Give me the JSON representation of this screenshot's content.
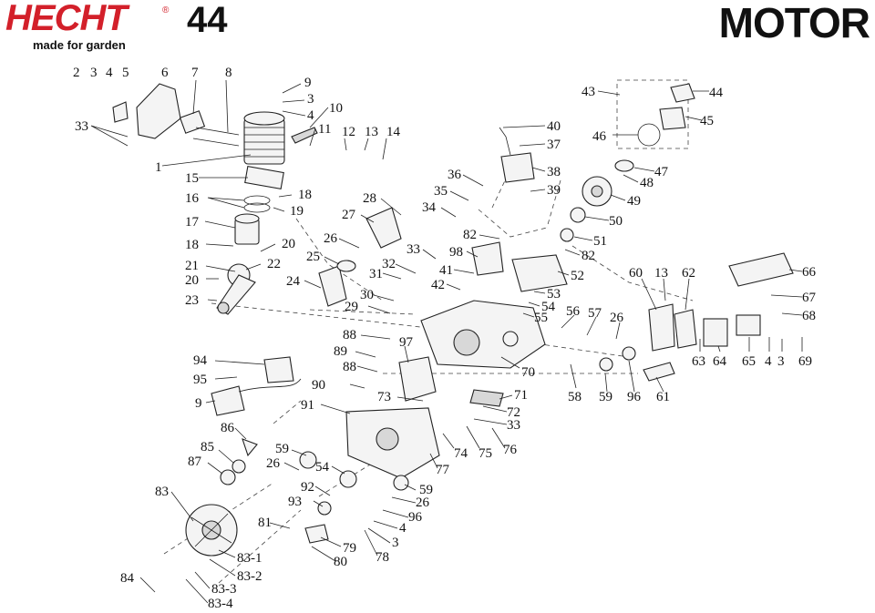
{
  "header": {
    "brand": "HECHT",
    "registered": "®",
    "tagline": "made for garden",
    "model": "44",
    "section": "MOTOR"
  },
  "callouts": [
    {
      "id": "c-2",
      "text": "2"
    },
    {
      "id": "c-3a",
      "text": "3"
    },
    {
      "id": "c-4a",
      "text": "4"
    },
    {
      "id": "c-5",
      "text": "5"
    },
    {
      "id": "c-6",
      "text": "6"
    },
    {
      "id": "c-7",
      "text": "7"
    },
    {
      "id": "c-8",
      "text": "8"
    },
    {
      "id": "c-9a",
      "text": "9"
    },
    {
      "id": "c-3b",
      "text": "3"
    },
    {
      "id": "c-4b",
      "text": "4"
    },
    {
      "id": "c-10",
      "text": "10"
    },
    {
      "id": "c-11",
      "text": "11"
    },
    {
      "id": "c-12",
      "text": "12"
    },
    {
      "id": "c-13a",
      "text": "13"
    },
    {
      "id": "c-14",
      "text": "14"
    },
    {
      "id": "c-33a",
      "text": "33"
    },
    {
      "id": "c-1",
      "text": "1"
    },
    {
      "id": "c-15",
      "text": "15"
    },
    {
      "id": "c-16",
      "text": "16"
    },
    {
      "id": "c-18a",
      "text": "18"
    },
    {
      "id": "c-19",
      "text": "19"
    },
    {
      "id": "c-17",
      "text": "17"
    },
    {
      "id": "c-18b",
      "text": "18"
    },
    {
      "id": "c-20a",
      "text": "20"
    },
    {
      "id": "c-21",
      "text": "21"
    },
    {
      "id": "c-22",
      "text": "22"
    },
    {
      "id": "c-20b",
      "text": "20"
    },
    {
      "id": "c-23",
      "text": "23"
    },
    {
      "id": "c-24",
      "text": "24"
    },
    {
      "id": "c-25",
      "text": "25"
    },
    {
      "id": "c-26a",
      "text": "26"
    },
    {
      "id": "c-27",
      "text": "27"
    },
    {
      "id": "c-28",
      "text": "28"
    },
    {
      "id": "c-31",
      "text": "31"
    },
    {
      "id": "c-32",
      "text": "32"
    },
    {
      "id": "c-30",
      "text": "30"
    },
    {
      "id": "c-29",
      "text": "29"
    },
    {
      "id": "c-33b",
      "text": "33"
    },
    {
      "id": "c-34",
      "text": "34"
    },
    {
      "id": "c-35",
      "text": "35"
    },
    {
      "id": "c-36",
      "text": "36"
    },
    {
      "id": "c-40",
      "text": "40"
    },
    {
      "id": "c-37",
      "text": "37"
    },
    {
      "id": "c-38",
      "text": "38"
    },
    {
      "id": "c-39",
      "text": "39"
    },
    {
      "id": "c-82a",
      "text": "82"
    },
    {
      "id": "c-98",
      "text": "98"
    },
    {
      "id": "c-41",
      "text": "41"
    },
    {
      "id": "c-42",
      "text": "42"
    },
    {
      "id": "c-82b",
      "text": "82"
    },
    {
      "id": "c-52",
      "text": "52"
    },
    {
      "id": "c-53",
      "text": "53"
    },
    {
      "id": "c-54a",
      "text": "54"
    },
    {
      "id": "c-55",
      "text": "55"
    },
    {
      "id": "c-43",
      "text": "43"
    },
    {
      "id": "c-44",
      "text": "44"
    },
    {
      "id": "c-45",
      "text": "45"
    },
    {
      "id": "c-46",
      "text": "46"
    },
    {
      "id": "c-47",
      "text": "47"
    },
    {
      "id": "c-48",
      "text": "48"
    },
    {
      "id": "c-49",
      "text": "49"
    },
    {
      "id": "c-50",
      "text": "50"
    },
    {
      "id": "c-51",
      "text": "51"
    },
    {
      "id": "c-60",
      "text": "60"
    },
    {
      "id": "c-13b",
      "text": "13"
    },
    {
      "id": "c-62",
      "text": "62"
    },
    {
      "id": "c-66",
      "text": "66"
    },
    {
      "id": "c-67",
      "text": "67"
    },
    {
      "id": "c-68",
      "text": "68"
    },
    {
      "id": "c-56",
      "text": "56"
    },
    {
      "id": "c-57",
      "text": "57"
    },
    {
      "id": "c-26b",
      "text": "26"
    },
    {
      "id": "c-63",
      "text": "63"
    },
    {
      "id": "c-64",
      "text": "64"
    },
    {
      "id": "c-65",
      "text": "65"
    },
    {
      "id": "c-4c",
      "text": "4"
    },
    {
      "id": "c-3c",
      "text": "3"
    },
    {
      "id": "c-69",
      "text": "69"
    },
    {
      "id": "c-88a",
      "text": "88"
    },
    {
      "id": "c-89",
      "text": "89"
    },
    {
      "id": "c-97",
      "text": "97"
    },
    {
      "id": "c-88b",
      "text": "88"
    },
    {
      "id": "c-90",
      "text": "90"
    },
    {
      "id": "c-70",
      "text": "70"
    },
    {
      "id": "c-58",
      "text": "58"
    },
    {
      "id": "c-59a",
      "text": "59"
    },
    {
      "id": "c-96a",
      "text": "96"
    },
    {
      "id": "c-61",
      "text": "61"
    },
    {
      "id": "c-94",
      "text": "94"
    },
    {
      "id": "c-95",
      "text": "95"
    },
    {
      "id": "c-9b",
      "text": "9"
    },
    {
      "id": "c-73",
      "text": "73"
    },
    {
      "id": "c-71",
      "text": "71"
    },
    {
      "id": "c-91",
      "text": "91"
    },
    {
      "id": "c-72",
      "text": "72"
    },
    {
      "id": "c-33c",
      "text": "33"
    },
    {
      "id": "c-86",
      "text": "86"
    },
    {
      "id": "c-74",
      "text": "74"
    },
    {
      "id": "c-75",
      "text": "75"
    },
    {
      "id": "c-76",
      "text": "76"
    },
    {
      "id": "c-85",
      "text": "85"
    },
    {
      "id": "c-59b",
      "text": "59"
    },
    {
      "id": "c-87",
      "text": "87"
    },
    {
      "id": "c-26c",
      "text": "26"
    },
    {
      "id": "c-54b",
      "text": "54"
    },
    {
      "id": "c-77",
      "text": "77"
    },
    {
      "id": "c-83",
      "text": "83"
    },
    {
      "id": "c-92",
      "text": "92"
    },
    {
      "id": "c-59c",
      "text": "59"
    },
    {
      "id": "c-93",
      "text": "93"
    },
    {
      "id": "c-26d",
      "text": "26"
    },
    {
      "id": "c-96b",
      "text": "96"
    },
    {
      "id": "c-81",
      "text": "81"
    },
    {
      "id": "c-4d",
      "text": "4"
    },
    {
      "id": "c-3d",
      "text": "3"
    },
    {
      "id": "c-79",
      "text": "79"
    },
    {
      "id": "c-80",
      "text": "80"
    },
    {
      "id": "c-78",
      "text": "78"
    },
    {
      "id": "c-83-1",
      "text": "83-1"
    },
    {
      "id": "c-83-2",
      "text": "83-2"
    },
    {
      "id": "c-84",
      "text": "84"
    },
    {
      "id": "c-83-3",
      "text": "83-3"
    },
    {
      "id": "c-83-4",
      "text": "83-4"
    }
  ]
}
